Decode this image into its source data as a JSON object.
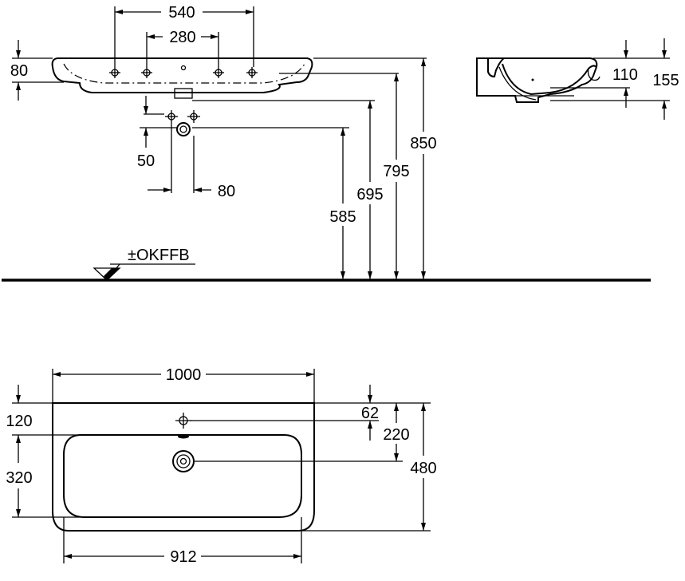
{
  "front_view": {
    "tap_spacing_outer": "540",
    "tap_spacing_inner": "280",
    "rim_thickness": "80",
    "waste_offset_v": "50",
    "waste_offset_h": "80",
    "waste_height": "585",
    "outlet_height": "695",
    "bowl_base_height": "795",
    "rim_height": "850",
    "floor_label": "±OKFFB"
  },
  "side_view": {
    "depth_inner": "110",
    "depth_outer": "155"
  },
  "top_view": {
    "width_overall": "1000",
    "width_bowl": "912",
    "back_to_bowl": "120",
    "bowl_depth": "320",
    "tap_hole_from_back": "62",
    "waste_from_back": "220",
    "depth_overall": "480"
  }
}
